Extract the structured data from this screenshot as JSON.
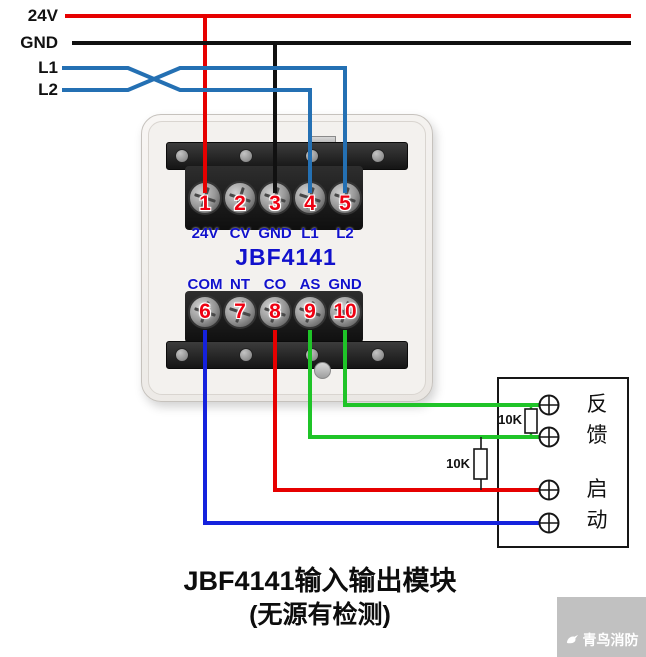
{
  "colors": {
    "wire_24v": "#e60000",
    "wire_gnd": "#111111",
    "wire_loop": "#2470b3",
    "wire_feedback": "#1fc428",
    "wire_start": "#e60000",
    "wire_com": "#1522dd",
    "label_blue": "#1111cc",
    "number_red": "#ee0011"
  },
  "bus_labels": [
    "24V",
    "GND",
    "L1",
    "L2"
  ],
  "module": {
    "model": "JBF4141",
    "top_terminals": [
      {
        "number": "1",
        "label": "24V"
      },
      {
        "number": "2",
        "label": "CV"
      },
      {
        "number": "3",
        "label": "GND"
      },
      {
        "number": "4",
        "label": "L1"
      },
      {
        "number": "5",
        "label": "L2"
      }
    ],
    "bottom_terminals": [
      {
        "number": "6",
        "label": "COM"
      },
      {
        "number": "7",
        "label": "NT"
      },
      {
        "number": "8",
        "label": "CO"
      },
      {
        "number": "9",
        "label": "AS"
      },
      {
        "number": "10",
        "label": "GND"
      }
    ]
  },
  "device_box": {
    "feedback_label": "反\n馈",
    "start_label": "启\n动",
    "resistor_inside": "10K",
    "resistor_outside": "10K"
  },
  "caption": {
    "title": "JBF4141输入输出模块",
    "subtitle": "(无源有检测)"
  },
  "watermark": {
    "brand": "青鸟消防"
  }
}
